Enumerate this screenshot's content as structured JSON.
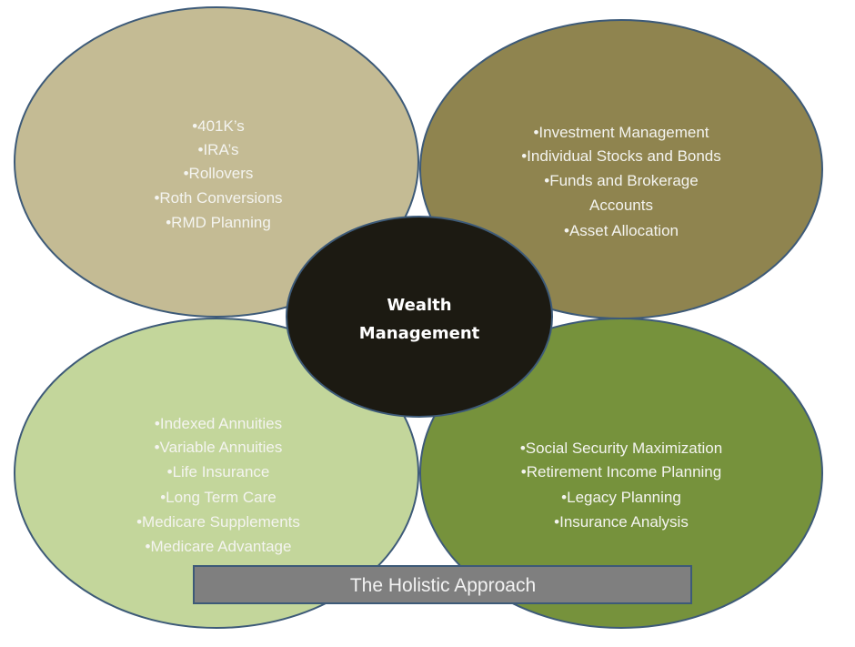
{
  "colors": {
    "top_left": "#c4bb94",
    "top_right": "#8f844f",
    "bottom_left": "#c3d69b",
    "bottom_right": "#76923c",
    "center": "#1c1a12",
    "border": "#3d5a78",
    "banner": "#7f7f7f"
  },
  "center": {
    "lines": [
      "Wealth",
      "Management"
    ]
  },
  "top_left": {
    "items": [
      "•401K’s",
      "•IRA’s",
      "•Rollovers",
      "•Roth  Conversions",
      "•RMD Planning"
    ]
  },
  "top_right": {
    "items": [
      "•Investment Management",
      "•Individual Stocks and Bonds",
      "•Funds and Brokerage",
      "Accounts",
      "•Asset Allocation"
    ]
  },
  "bottom_left": {
    "items": [
      "•Indexed Annuities",
      "•Variable Annuities",
      "•Life Insurance",
      "•Long Term Care",
      "•Medicare Supplements",
      "•Medicare Advantage"
    ]
  },
  "bottom_right": {
    "items": [
      "•Social  Security Maximization",
      "•Retirement Income Planning",
      "•Legacy Planning",
      "•Insurance Analysis"
    ]
  },
  "banner": {
    "label": "The Holistic Approach"
  }
}
